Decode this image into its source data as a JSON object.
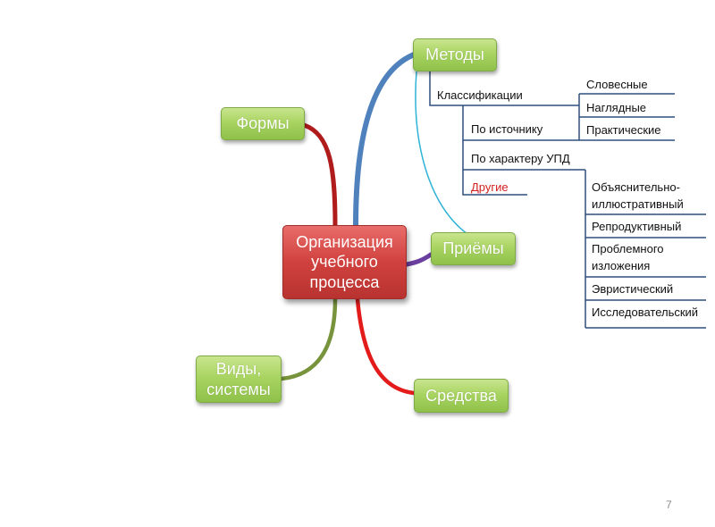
{
  "center": {
    "text": "Организация\nучебного\nпроцесса",
    "color": "#c9403d"
  },
  "nodes": {
    "metody": "Методы",
    "formy": "Формы",
    "priemy": "Приёмы",
    "vidy": "Виды,\nсистемы",
    "sredstva": "Средства"
  },
  "tree": {
    "klassifikacii": "Классификации",
    "po_istochniku": "По источнику",
    "po_harakteru": "По характеру  УПД",
    "drugie": "Другие",
    "istochnik_items": [
      "Словесные",
      "Наглядные",
      "Практические"
    ],
    "upd_items": [
      "Объяснительно-\nиллюстративный",
      "Репродуктивный",
      "Проблемного\nизложения",
      "Эвристический",
      "Исследовательский"
    ]
  },
  "colors": {
    "node_green": "#a9d462",
    "tree_line": "#2f4f7f",
    "link_blue": "#4f81bd",
    "link_cyan": "#2fb3d6",
    "link_darkred": "#b01c1c",
    "link_red": "#e31b1b",
    "link_purple": "#6b3fa0",
    "link_olive": "#77933c",
    "text_red": "#d42020"
  },
  "page_number": "7"
}
